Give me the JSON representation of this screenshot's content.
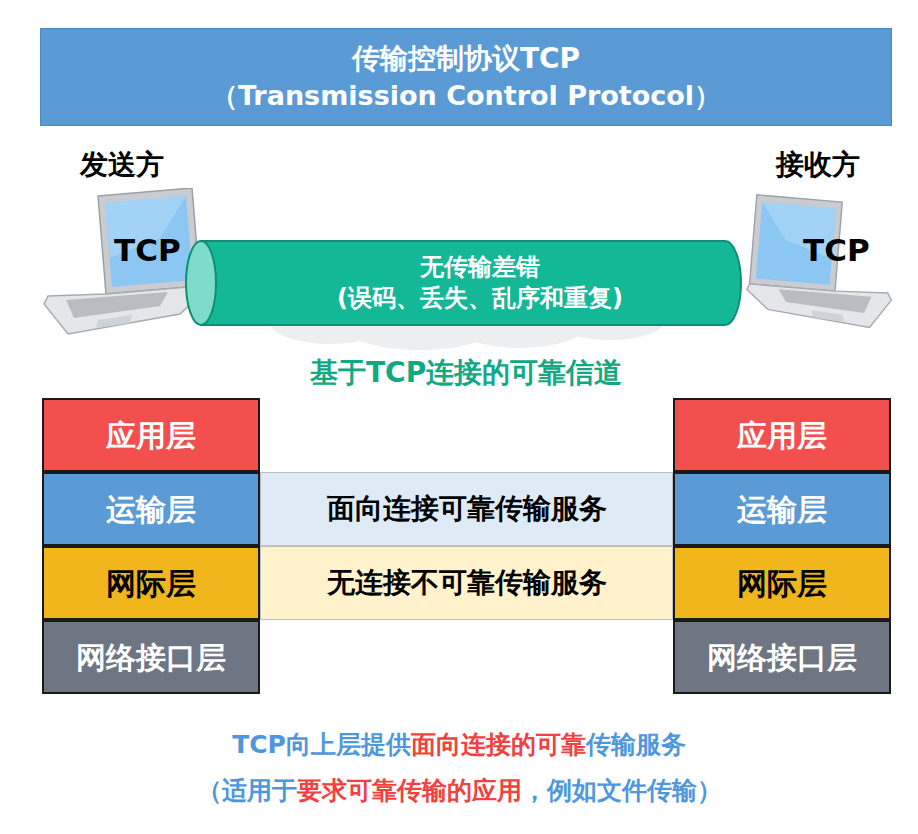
{
  "diagram": {
    "nodes": [
      {
        "text": [
          "传输控制协议TCP",
          "（Transmission Control Protocol）"
        ]
      },
      {
        "text": [
          "TCP"
        ]
      },
      {
        "text": [
          "无传输差错",
          "(误码、丢失、乱序和重复)"
        ]
      },
      {
        "text": [
          "TCP"
        ]
      },
      {
        "text": [
          "应用层"
        ]
      },
      {
        "text": [
          "应用层"
        ]
      },
      {
        "text": [
          "运输层"
        ]
      },
      {
        "text": [
          "面向连接可靠传输服务"
        ]
      },
      {
        "text": [
          "运输层"
        ]
      },
      {
        "text": [
          "网际层"
        ]
      },
      {
        "text": [
          "无连接不可靠传输服务"
        ]
      },
      {
        "text": [
          "网际层"
        ]
      },
      {
        "text": [
          "网络接口层"
        ]
      },
      {
        "text": [
          "网络接口层"
        ]
      }
    ],
    "labels": [
      "发送方",
      "接收方",
      "基于TCP连接的可靠信道",
      "TCP向上层提供",
      "面向连接的可靠",
      "传输服务",
      "（适用于",
      "要求可靠传输的应用",
      "，例如文件传输）"
    ]
  }
}
